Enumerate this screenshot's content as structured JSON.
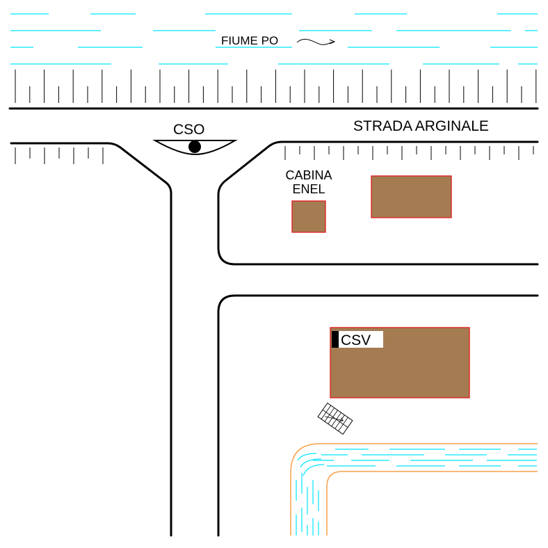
{
  "map": {
    "river_label": "FIUME PO",
    "road_label": "STRADA ARGINALE",
    "cso_label": "CSO",
    "cabina_label_line1": "CABINA",
    "cabina_label_line2": "ENEL",
    "csv_label": "CSV"
  },
  "colors": {
    "river": "#00e5ff",
    "building_fill": "#a57c52",
    "building_outline": "#e0191e",
    "canal_bank": "#f5a04a",
    "road": "#000000",
    "background": "#ffffff"
  }
}
